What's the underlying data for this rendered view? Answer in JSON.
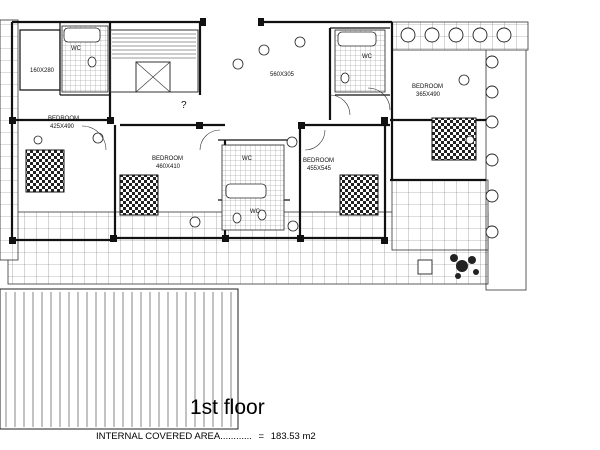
{
  "plan": {
    "rooms": [
      {
        "key": "bed1",
        "name": "BEDROOM",
        "size": "425X490"
      },
      {
        "key": "bed2",
        "name": "BEDROOM",
        "size": "460X410"
      },
      {
        "key": "bed3",
        "name": "BEDROOM",
        "size": "455X545"
      },
      {
        "key": "bed4",
        "name": "BEDROOM",
        "size": "365X490"
      },
      {
        "key": "hall",
        "name": "",
        "size": "560X305"
      },
      {
        "key": "dress",
        "name": "",
        "size": "160X280"
      }
    ],
    "wc_labels": [
      "WC",
      "WC",
      "WC",
      "WC"
    ],
    "question_mark": "?",
    "title": "1st floor",
    "area_label": "INTERNAL COVERED AREA............",
    "area_eq": "=",
    "area_value": "183.53 m2"
  }
}
